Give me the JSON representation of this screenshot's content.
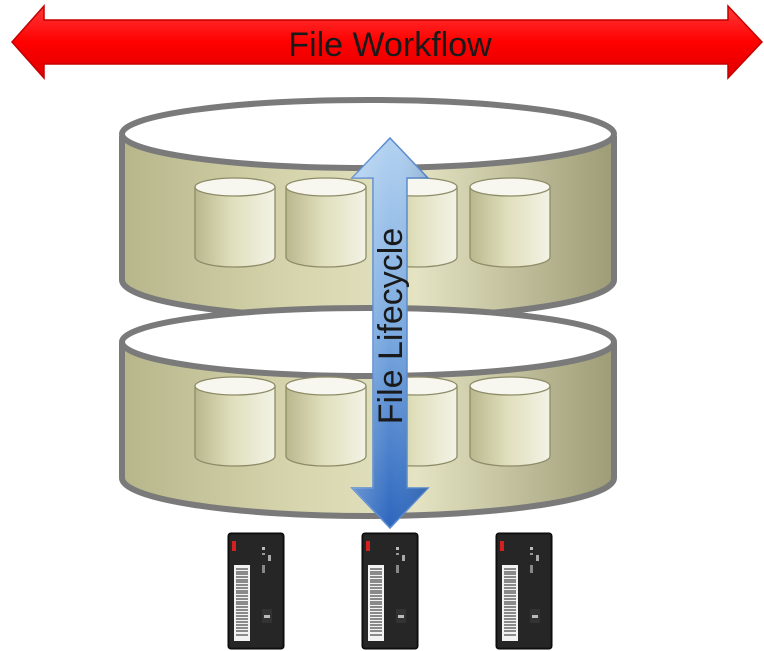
{
  "diagram": {
    "workflow_label": "File Workflow",
    "lifecycle_label": "File Lifecycle",
    "colors": {
      "workflow_arrow": "#ff0000",
      "workflow_arrow_edge": "#c00000",
      "lifecycle_arrow_top": "#a9cbee",
      "lifecycle_arrow_bottom": "#2e6bc0",
      "storage_tier_fill": "#d9d8b0",
      "tape_body": "#1b1b1b"
    },
    "storage_tiers": [
      {
        "name": "upper-storage-tier",
        "disk_count": 4
      },
      {
        "name": "lower-storage-tier",
        "disk_count": 4
      }
    ],
    "tape_cartridges": [
      {
        "name": "tape-cartridge-1",
        "icon": "tape-cartridge-icon"
      },
      {
        "name": "tape-cartridge-2",
        "icon": "tape-cartridge-icon"
      },
      {
        "name": "tape-cartridge-3",
        "icon": "tape-cartridge-icon"
      }
    ]
  }
}
